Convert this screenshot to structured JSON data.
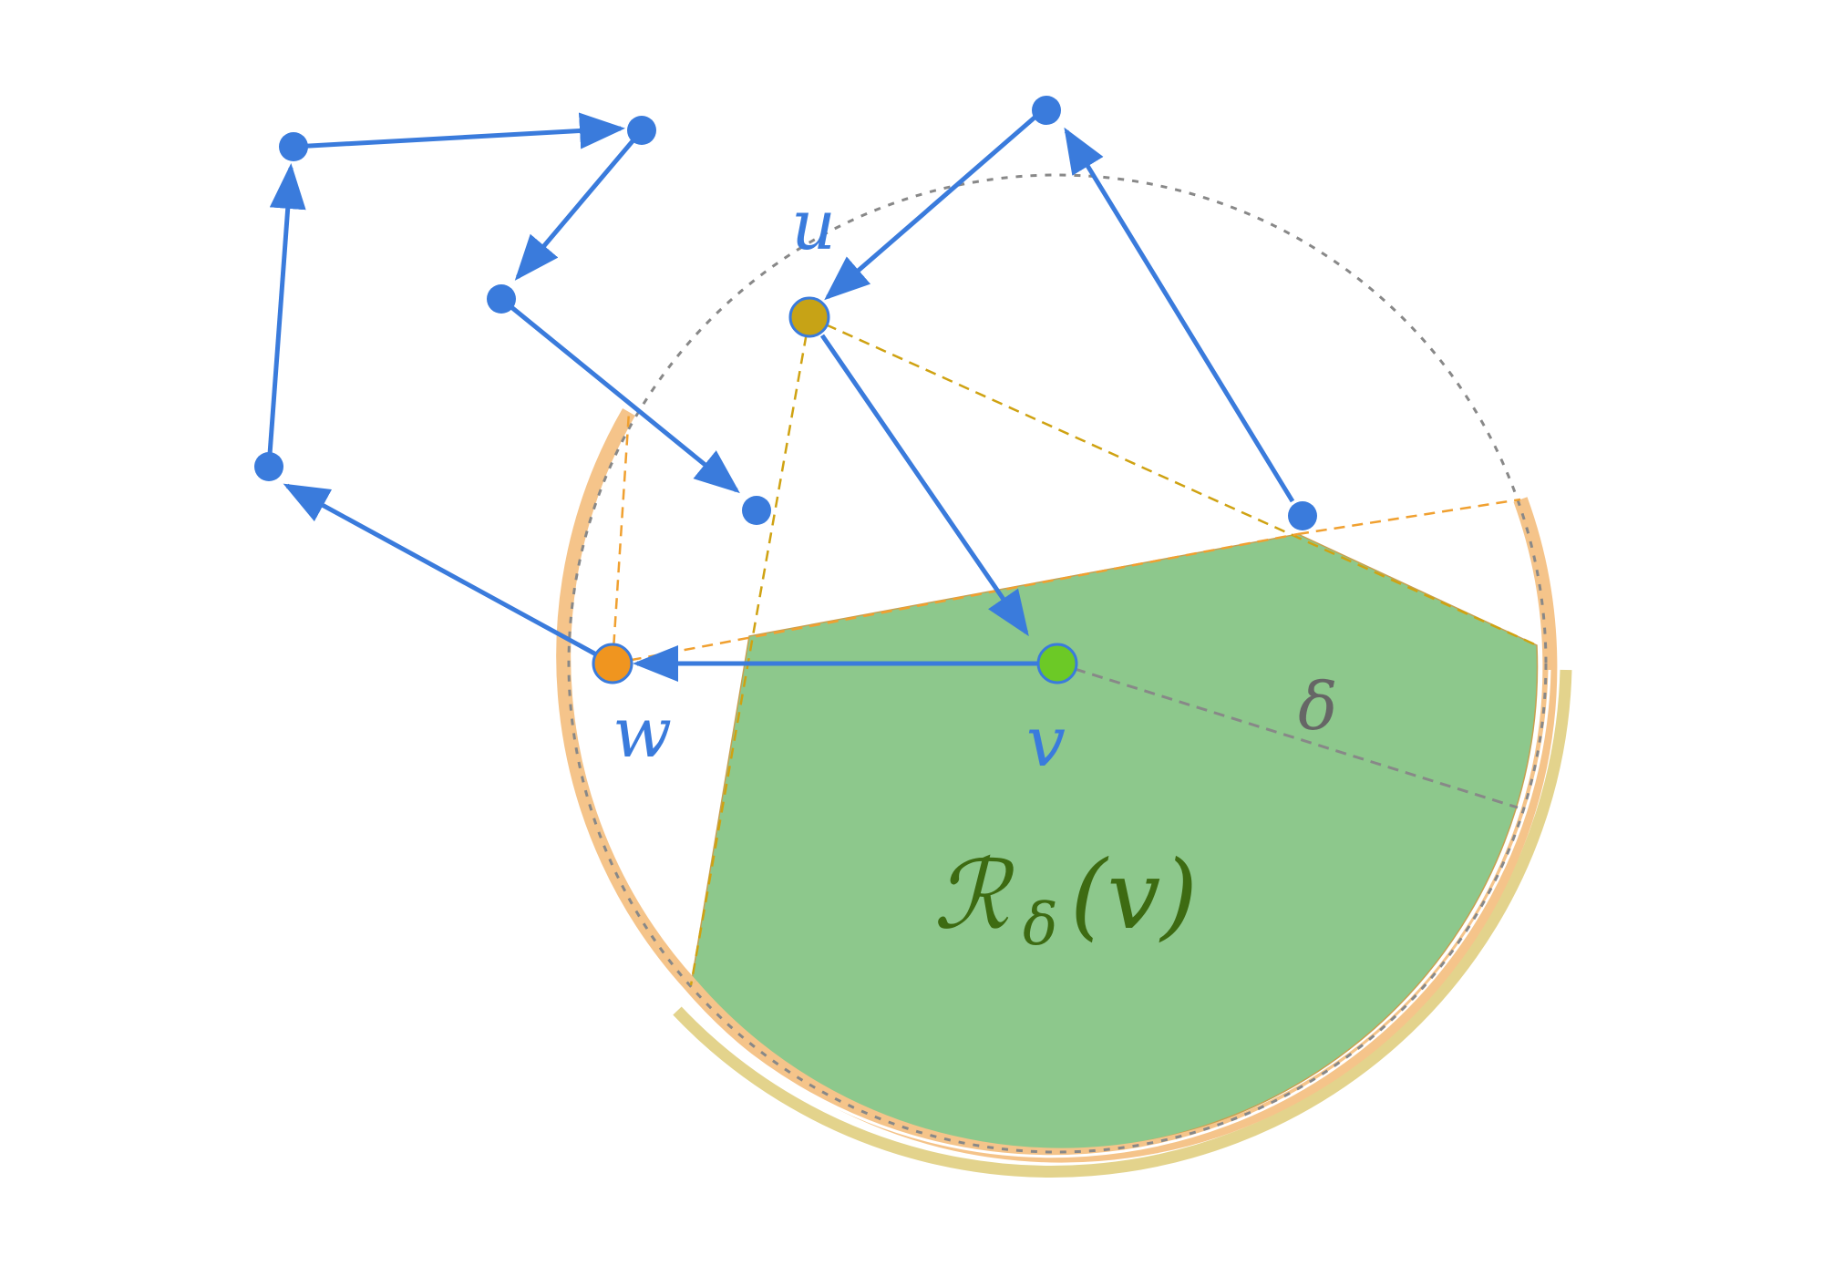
{
  "labels": {
    "u": "u",
    "w": "w",
    "v": "v",
    "delta": "δ",
    "region_main": "ℛ",
    "region_sub": "δ",
    "region_arg": "(v)"
  },
  "colors": {
    "graph": "#3a7bdc",
    "region_fill": "#8dc88c",
    "region_text": "#3d6b12",
    "arc_orange": "#f5c48a",
    "arc_orange_line": "#e8a040",
    "arc_tan": "#e3d38c",
    "u_node": "#c7a316",
    "w_node": "#f0951f",
    "v_node": "#6cc926",
    "dashed_gray": "#888888",
    "dashed_gold": "#cfa212",
    "dashed_orange": "#f0a030"
  }
}
